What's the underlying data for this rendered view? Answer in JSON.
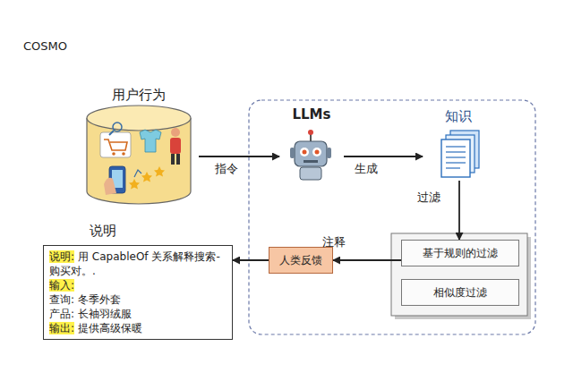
{
  "diagram": {
    "nodes": [
      {
        "text": [
          "用户行为"
        ]
      },
      {
        "text": [
          "LLMs"
        ]
      },
      {
        "text": [
          "知识"
        ]
      },
      {
        "text": [
          "基于规则的过滤"
        ]
      },
      {
        "text": [
          "相似度过滤"
        ]
      },
      {
        "text": [
          "人类反馈"
        ]
      },
      {
        "text": [
          "说明",
          "说明:",
          "用 CapableOf 关系解释搜索-购买对。.",
          "输入:",
          "查询: 冬季外套",
          "产品: 长袖羽绒服",
          "输出:",
          "提供高级保暖"
        ]
      }
    ],
    "edges": [
      {
        "from": 0,
        "to": 1,
        "label": "指令",
        "arrow": "to"
      },
      {
        "from": 1,
        "to": 2,
        "label": "生成",
        "arrow": "to"
      },
      {
        "from": 2,
        "to": 3,
        "label": "过滤",
        "arrow": "to"
      },
      {
        "from": 3,
        "to": 5,
        "label": "注释",
        "arrow": "to"
      },
      {
        "from": 5,
        "to": 6,
        "arrow": "to"
      }
    ],
    "labels": [
      "COSMO"
    ]
  }
}
